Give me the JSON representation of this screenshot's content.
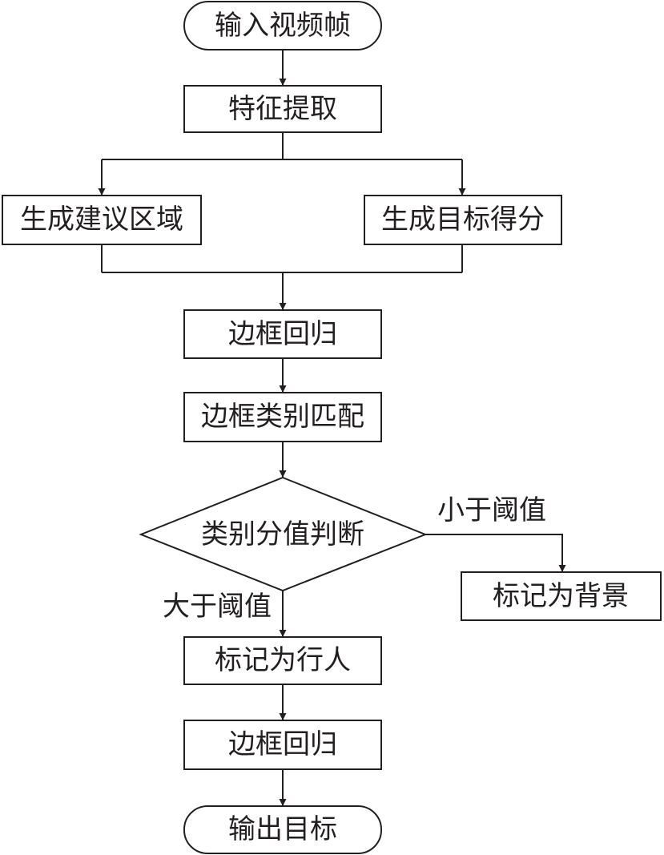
{
  "nodes": {
    "input_frame": "输入视频帧",
    "feature_extraction": "特征提取",
    "generate_proposals": "生成建议区域",
    "generate_scores": "生成目标得分",
    "bbox_regression_1": "边框回归",
    "bbox_class_match": "边框类别匹配",
    "class_score_decision": "类别分值判断",
    "mark_background": "标记为背景",
    "mark_pedestrian": "标记为行人",
    "bbox_regression_2": "边框回归",
    "output_target": "输出目标"
  },
  "edge_labels": {
    "below_threshold": "小于阈值",
    "above_threshold": "大于阈值"
  }
}
